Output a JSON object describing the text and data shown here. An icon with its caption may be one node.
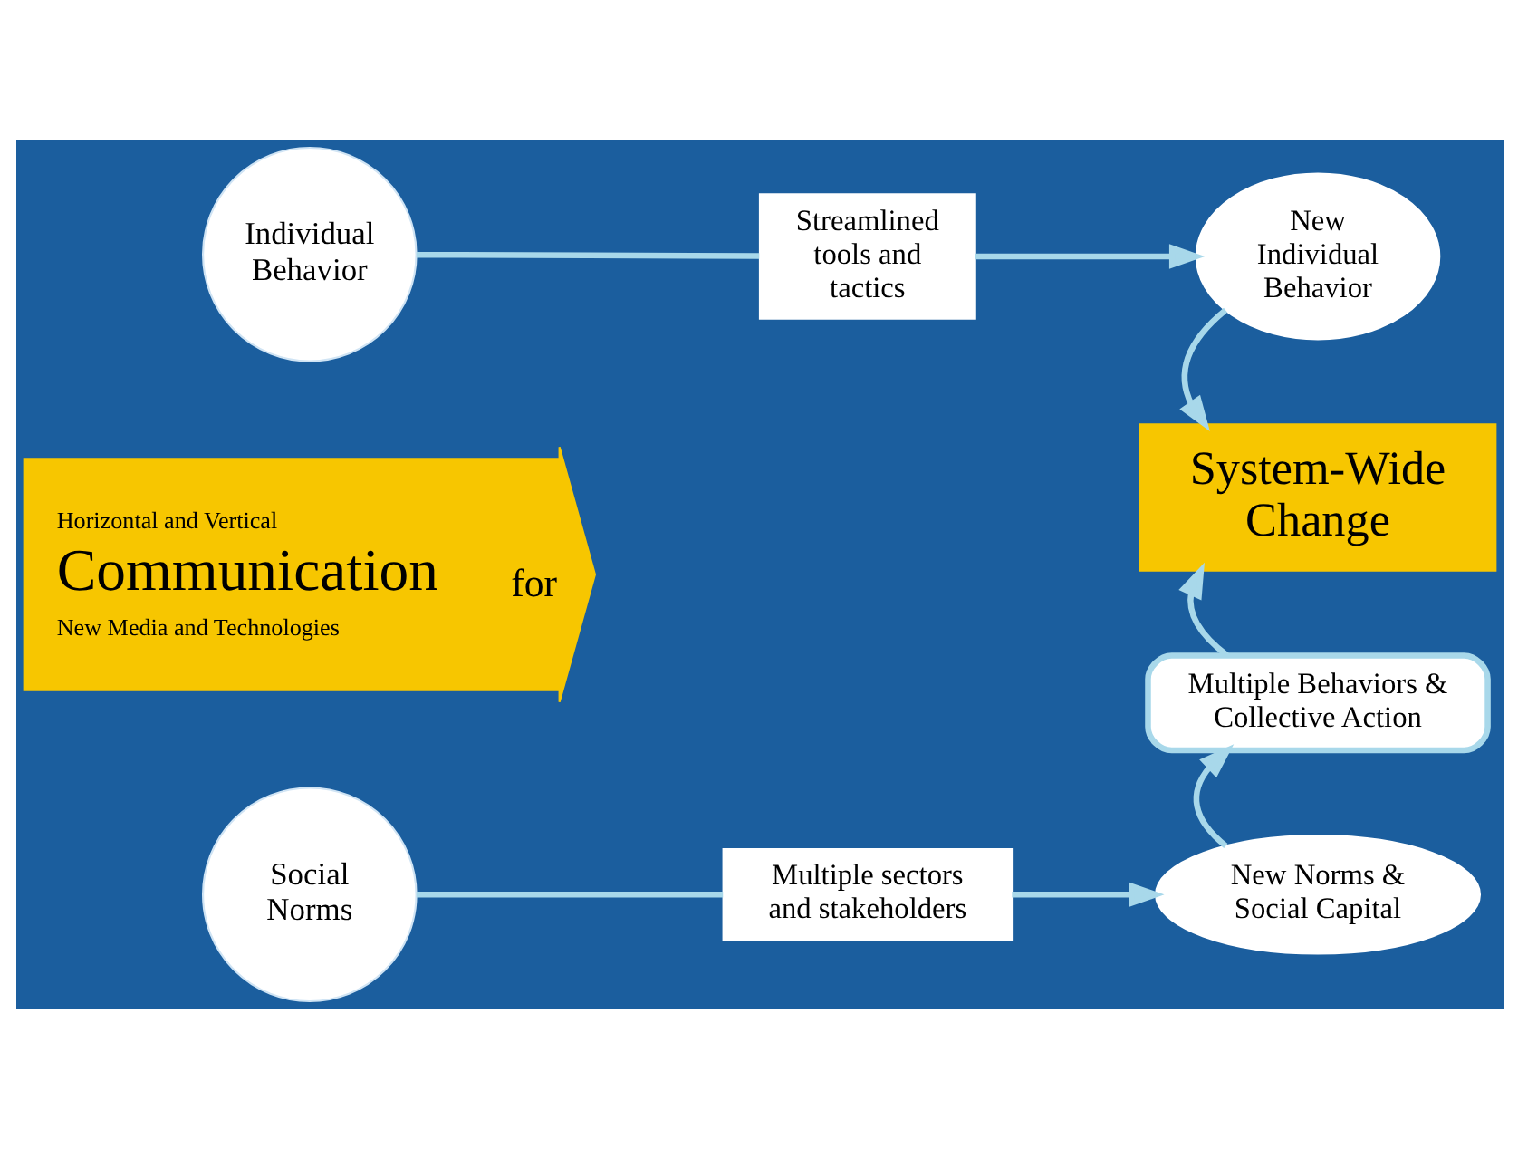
{
  "diagram": {
    "nodes": [
      {
        "text": [
          "Individual Behavior"
        ]
      },
      {
        "text": [
          "Streamlined tools and tactics"
        ]
      },
      {
        "text": [
          "New Individual Behavior"
        ]
      },
      {
        "text": [
          "Horizontal and Vertical",
          "Communication",
          "for",
          "New Media and Technologies"
        ]
      },
      {
        "text": [
          "System-Wide Change"
        ]
      },
      {
        "text": [
          "Multiple Behaviors & Collective Action"
        ]
      },
      {
        "text": [
          "Social Norms"
        ]
      },
      {
        "text": [
          "Multiple sectors and stakeholders"
        ]
      },
      {
        "text": [
          "New Norms & Social Capital"
        ]
      }
    ],
    "edges": [
      {
        "from": 0,
        "to": 1,
        "arrow": "none"
      },
      {
        "from": 1,
        "to": 2,
        "arrow": "to"
      },
      {
        "from": 2,
        "to": 4,
        "arrow": "to"
      },
      {
        "from": 6,
        "to": 7,
        "arrow": "none"
      },
      {
        "from": 7,
        "to": 8,
        "arrow": "to"
      },
      {
        "from": 8,
        "to": 5,
        "arrow": "to"
      },
      {
        "from": 5,
        "to": 4,
        "arrow": "to"
      }
    ]
  }
}
